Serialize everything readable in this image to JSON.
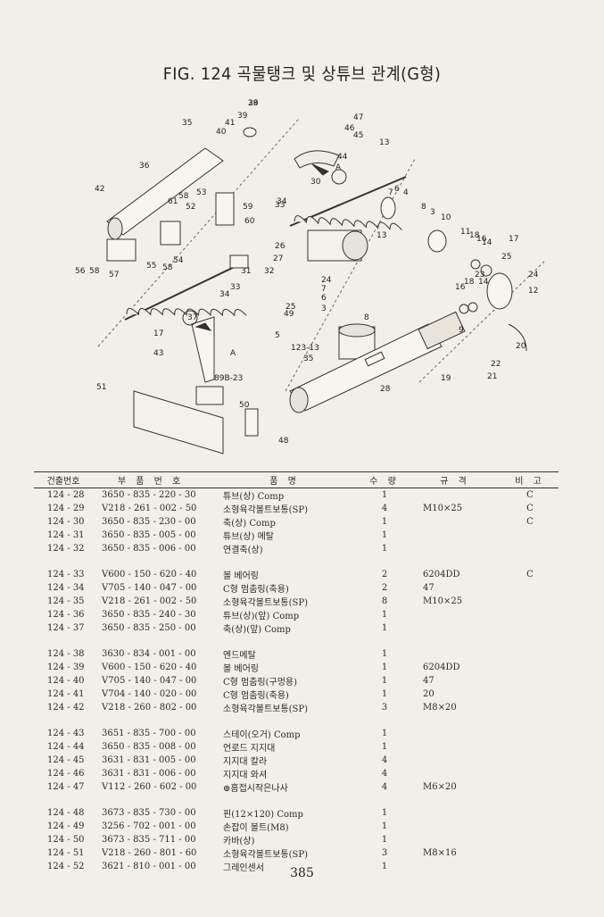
{
  "figure": {
    "title": "FIG. 124 곡물탱크 및 상튜브 관계(G형)"
  },
  "diagram": {
    "callouts": [
      "38",
      "39",
      "41",
      "40",
      "35",
      "36",
      "42",
      "61",
      "58",
      "53",
      "52",
      "59",
      "60",
      "56",
      "58",
      "57",
      "55",
      "58",
      "54",
      "47",
      "46",
      "45",
      "44",
      "A",
      "30",
      "33",
      "34",
      "26",
      "27",
      "32",
      "31",
      "33",
      "34",
      "13",
      "7",
      "6",
      "4",
      "8",
      "3",
      "10",
      "13",
      "11",
      "18",
      "16",
      "14",
      "17",
      "25",
      "24",
      "12",
      "23",
      "16",
      "18",
      "14",
      "17",
      "37",
      "A",
      "43",
      "51",
      "89B-23",
      "50",
      "48",
      "49",
      "25",
      "24",
      "7",
      "6",
      "8",
      "3",
      "5",
      "123-13",
      "35",
      "9",
      "22",
      "20",
      "21",
      "19",
      "28",
      "29"
    ]
  },
  "table": {
    "headers": [
      "건출번호",
      "부 품 번 호",
      "품 명",
      "수 량",
      "규 격",
      "비 고"
    ],
    "groups": [
      [
        {
          "ref": "124 - 28",
          "part_no": "3650 - 835 - 220 - 30",
          "name": "튜브(상) Comp",
          "qty": "1",
          "spec": "",
          "note": "C"
        },
        {
          "ref": "124 - 29",
          "part_no": "V218 - 261 - 002 - 50",
          "name": "소형육각볼트보통(SP)",
          "qty": "4",
          "spec": "M10×25",
          "note": "C"
        },
        {
          "ref": "124 - 30",
          "part_no": "3650 - 835 - 230 - 00",
          "name": "축(상) Comp",
          "qty": "1",
          "spec": "",
          "note": "C"
        },
        {
          "ref": "124 - 31",
          "part_no": "3650 - 835 - 005 - 00",
          "name": "튜브(상) 메탈",
          "qty": "1",
          "spec": "",
          "note": ""
        },
        {
          "ref": "124 - 32",
          "part_no": "3650 - 835 - 006 - 00",
          "name": "연결축(상)",
          "qty": "1",
          "spec": "",
          "note": ""
        }
      ],
      [
        {
          "ref": "124 - 33",
          "part_no": "V600 - 150 - 620 - 40",
          "name": "볼 베어링",
          "qty": "2",
          "spec": "6204DD",
          "note": "C"
        },
        {
          "ref": "124 - 34",
          "part_no": "V705 - 140 - 047 - 00",
          "name": "C형 멈춤링(축용)",
          "qty": "2",
          "spec": "47",
          "note": ""
        },
        {
          "ref": "124 - 35",
          "part_no": "V218 - 261 - 002 - 50",
          "name": "소형육각볼트보통(SP)",
          "qty": "8",
          "spec": "M10×25",
          "note": ""
        },
        {
          "ref": "124 - 36",
          "part_no": "3650 - 835 - 240 - 30",
          "name": "튜브(상)(앞) Comp",
          "qty": "1",
          "spec": "",
          "note": ""
        },
        {
          "ref": "124 - 37",
          "part_no": "3650 - 835 - 250 - 00",
          "name": "축(상)(앞) Comp",
          "qty": "1",
          "spec": "",
          "note": ""
        }
      ],
      [
        {
          "ref": "124 - 38",
          "part_no": "3630 - 834 - 001 - 00",
          "name": "엔드메탈",
          "qty": "1",
          "spec": "",
          "note": ""
        },
        {
          "ref": "124 - 39",
          "part_no": "V600 - 150 - 620 - 40",
          "name": "볼 베어링",
          "qty": "1",
          "spec": "6204DD",
          "note": ""
        },
        {
          "ref": "124 - 40",
          "part_no": "V705 - 140 - 047 - 00",
          "name": "C형 멈춤링(구멍용)",
          "qty": "1",
          "spec": "47",
          "note": ""
        },
        {
          "ref": "124 - 41",
          "part_no": "V704 - 140 - 020 - 00",
          "name": "C형 멈춤링(축용)",
          "qty": "1",
          "spec": "20",
          "note": ""
        },
        {
          "ref": "124 - 42",
          "part_no": "V218 - 260 - 802 - 00",
          "name": "소형육각볼트보통(SP)",
          "qty": "3",
          "spec": "M8×20",
          "note": ""
        }
      ],
      [
        {
          "ref": "124 - 43",
          "part_no": "3651 - 835 - 700 - 00",
          "name": "스테이(오거) Comp",
          "qty": "1",
          "spec": "",
          "note": ""
        },
        {
          "ref": "124 - 44",
          "part_no": "3650 - 835 - 008 - 00",
          "name": "언로드 지지대",
          "qty": "1",
          "spec": "",
          "note": ""
        },
        {
          "ref": "124 - 45",
          "part_no": "3631 - 831 - 005 - 00",
          "name": "지지대 칼라",
          "qty": "4",
          "spec": "",
          "note": ""
        },
        {
          "ref": "124 - 46",
          "part_no": "3631 - 831 - 006 - 00",
          "name": "지지대 와셔",
          "qty": "4",
          "spec": "",
          "note": ""
        },
        {
          "ref": "124 - 47",
          "part_no": "V112 - 260 - 602 - 00",
          "name": "⊕홈접시작은나사",
          "qty": "4",
          "spec": "M6×20",
          "note": ""
        }
      ],
      [
        {
          "ref": "124 - 48",
          "part_no": "3673 - 835 - 730 - 00",
          "name": "핀(12×120) Comp",
          "qty": "1",
          "spec": "",
          "note": ""
        },
        {
          "ref": "124 - 49",
          "part_no": "3256 - 702 - 001 - 00",
          "name": "손잡이 볼트(M8)",
          "qty": "1",
          "spec": "",
          "note": ""
        },
        {
          "ref": "124 - 50",
          "part_no": "3673 - 835 - 711 - 00",
          "name": "카바(상)",
          "qty": "1",
          "spec": "",
          "note": ""
        },
        {
          "ref": "124 - 51",
          "part_no": "V218 - 260 - 801 - 60",
          "name": "소형육각볼트보통(SP)",
          "qty": "3",
          "spec": "M8×16",
          "note": ""
        },
        {
          "ref": "124 - 52",
          "part_no": "3621 - 810 - 001 - 00",
          "name": "그레인센서",
          "qty": "1",
          "spec": "",
          "note": ""
        }
      ]
    ]
  },
  "page": {
    "number": "385"
  }
}
